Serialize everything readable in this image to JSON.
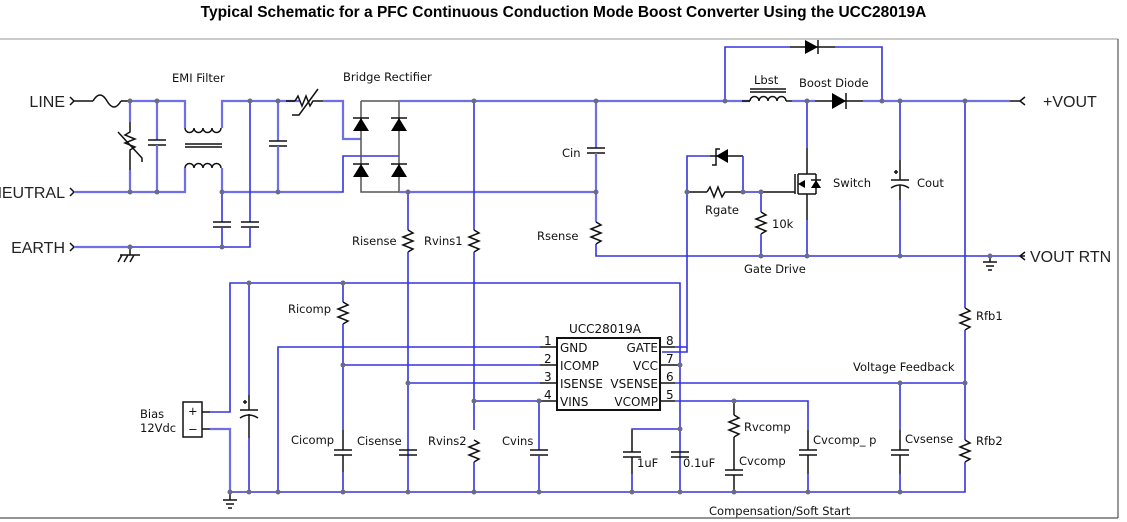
{
  "title": "Typical Schematic for a PFC Continuous Conduction Mode Boost Converter Using the UCC28019A",
  "terminals": {
    "line": "LINE",
    "neutral": "NEUTRAL",
    "earth": "EARTH",
    "vout_pos": "+VOUT",
    "vout_rtn": "VOUT RTN"
  },
  "sections": {
    "emi_filter": "EMI Filter",
    "bridge_rectifier": "Bridge Rectifier",
    "gate_drive": "Gate Drive",
    "voltage_feedback": "Voltage Feedback",
    "compensation": "Compensation/Soft Start"
  },
  "components": {
    "cin": "Cin",
    "lbst": "Lbst",
    "boost_diode": "Boost Diode",
    "switch": "Switch",
    "cout": "Cout",
    "rgate": "Rgate",
    "r10k": "10k",
    "risense": "Risense",
    "rvins1": "Rvins1",
    "rsense": "Rsense",
    "ricomp": "Ricomp",
    "cicomp": "Cicomp",
    "cisense": "Cisense",
    "rvins2": "Rvins2",
    "cvins": "Cvins",
    "c1uf": "1uF",
    "c01uf": "0.1uF",
    "rvcomp": "Rvcomp",
    "cvcomp": "Cvcomp",
    "cvcomp_p": "Cvcomp_ p",
    "cvsense": "Cvsense",
    "rfb1": "Rfb1",
    "rfb2": "Rfb2",
    "bias_line1": "Bias",
    "bias_line2": "12Vdc",
    "bias_plus": "+",
    "bias_minus": "−"
  },
  "ic": {
    "name": "UCC28019A",
    "left_pins": [
      {
        "num": "1",
        "name": "GND"
      },
      {
        "num": "2",
        "name": "ICOMP"
      },
      {
        "num": "3",
        "name": "ISENSE"
      },
      {
        "num": "4",
        "name": "VINS"
      }
    ],
    "right_pins": [
      {
        "num": "8",
        "name": "GATE"
      },
      {
        "num": "7",
        "name": "VCC"
      },
      {
        "num": "6",
        "name": "VSENSE"
      },
      {
        "num": "5",
        "name": "VCOMP"
      }
    ]
  }
}
